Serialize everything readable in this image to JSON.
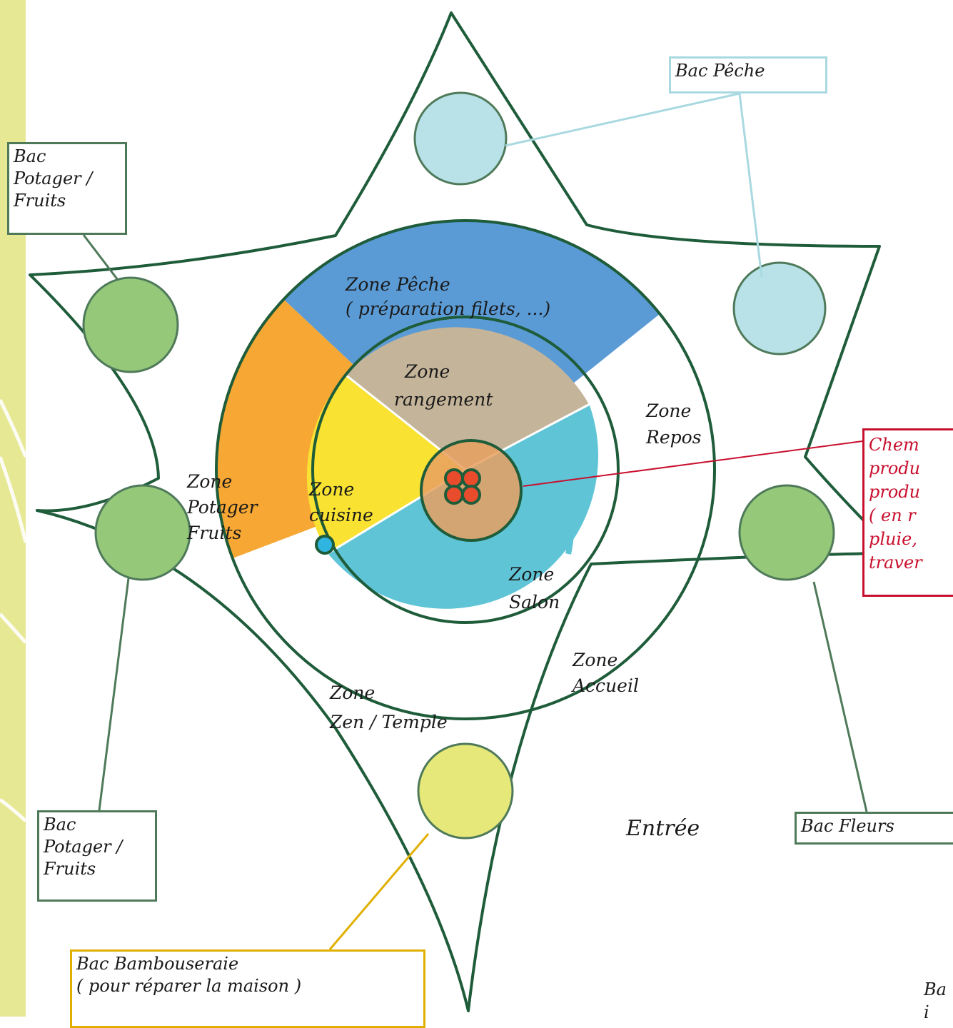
{
  "colors": {
    "sidebar": "#e6e894",
    "outline": "#1e5c3a",
    "peche_zone": "#5b9bd5",
    "potager_zone": "#f6a734",
    "rangement_zone": "#c4b49a",
    "cuisine_zone": "#f9e231",
    "salon_zone": "#5ec4d6",
    "center": "#e8a060",
    "bac_peche": "#b8e2e8",
    "bac_green": "#95c879",
    "bac_bambou": "#e6e87a",
    "chemin_red": "#c8102e"
  },
  "bacs": {
    "peche": "Bac Pêche",
    "potager_top": [
      "Bac",
      "Potager /",
      "Fruits"
    ],
    "potager_bottom": [
      "Bac",
      "Potager /",
      "Fruits"
    ],
    "fleurs": "Bac Fleurs",
    "bambou": [
      "Bac Bambouseraie",
      "( pour réparer la maison )"
    ]
  },
  "chemin_label": [
    "Chem",
    "produ",
    "produ",
    "( en r",
    "pluie,",
    "traver"
  ],
  "partial_text": [
    "Ba",
    "i"
  ],
  "zones": {
    "peche": [
      "Zone Pêche",
      "( préparation filets, ...)"
    ],
    "rangement": [
      "Zone",
      "rangement"
    ],
    "repos": [
      "Zone",
      "Repos"
    ],
    "potager": [
      "Zone",
      "Potager",
      "Fruits"
    ],
    "cuisine": [
      "Zone",
      "cuisine"
    ],
    "salon": [
      "Zone",
      "Salon"
    ],
    "accueil": [
      "Zone",
      "Accueil"
    ],
    "zen": [
      "Zone",
      "Zen / Temple"
    ]
  },
  "entree": "Entrée"
}
